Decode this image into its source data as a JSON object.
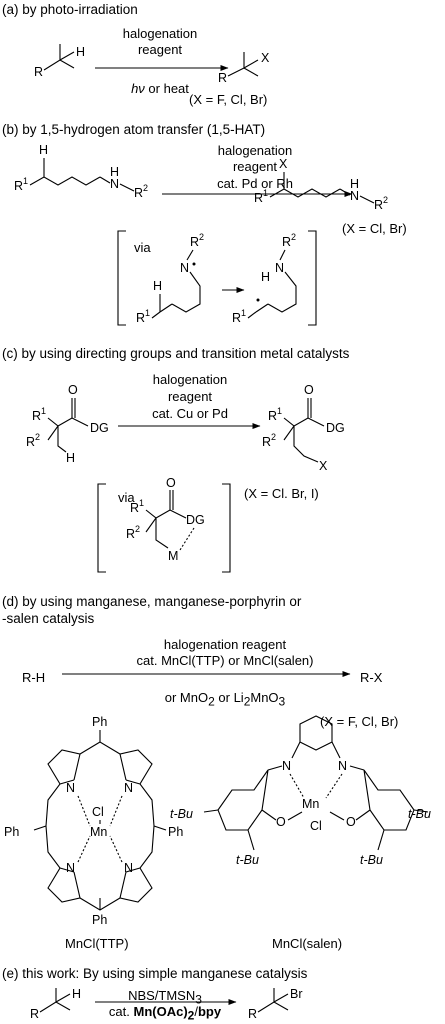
{
  "sections": {
    "a": {
      "title": "(a) by photo-irradiation",
      "reagent_line1": "halogenation",
      "reagent_line2": "reagent",
      "conditions_pre": "",
      "conditions_hv": "hν",
      "conditions_post": " or heat",
      "note": "(X = F, Cl, Br)",
      "atoms": {
        "r": "R",
        "h": "H",
        "x": "X"
      }
    },
    "b": {
      "title": "(b) by 1,5-hydrogen atom transfer (1,5-HAT)",
      "reagent_line1": "halogenation",
      "reagent_line2": "reagent",
      "reagent_line3": "cat. Pd or Rh",
      "note": "(X = Cl, Br)",
      "via": "via",
      "atoms": {
        "r1": "R",
        "sup1": "1",
        "r2": "R",
        "sup2": "2",
        "h": "H",
        "n": "N",
        "x": "X"
      }
    },
    "c": {
      "title": "(c) by using directing groups and transition metal catalysts",
      "reagent_line1": "halogenation",
      "reagent_line2": "reagent",
      "reagent_line3": "cat. Cu or Pd",
      "note": "(X = Cl. Br, I)",
      "via": "via",
      "atoms": {
        "r1": "R",
        "sup1": "1",
        "r2": "R",
        "sup2": "2",
        "o": "O",
        "dg": "DG",
        "h": "H",
        "x": "X",
        "m": "M"
      }
    },
    "d": {
      "title_line1": "(d) by using manganese, manganese-porphyrin or",
      "title_line2": "-salen catalysis",
      "substrate": "R-H",
      "product": "R-X",
      "reagent_line1": "halogenation reagent",
      "reagent_line2": "cat. MnCl(TTP) or MnCl(salen)",
      "reagent_line3_a": "or MnO",
      "reagent_line3_sub1": "2",
      "reagent_line3_b": " or Li",
      "reagent_line3_sub2": "2",
      "reagent_line3_c": "MnO",
      "reagent_line3_sub3": "3",
      "note": "(X = F, Cl, Br)",
      "porphyrin_label": "MnCl(TTP)",
      "salen_label": "MnCl(salen)",
      "atoms": {
        "ph": "Ph",
        "n": "N",
        "cl": "Cl",
        "mn": "Mn",
        "o": "O",
        "tbu": "t-Bu"
      }
    },
    "e": {
      "title": "(e) this work: By using simple manganese catalysis",
      "reagent_line1": "NBS/TMSN",
      "reagent_line1_sub": "3",
      "reagent_line2_pre": "cat. ",
      "reagent_line2_bold": "Mn(OAc)",
      "reagent_line2_sub": "2",
      "reagent_line2_sep": "/",
      "reagent_line2_bold2": "bpy",
      "atoms": {
        "r": "R",
        "h": "H",
        "br": "Br"
      }
    }
  }
}
